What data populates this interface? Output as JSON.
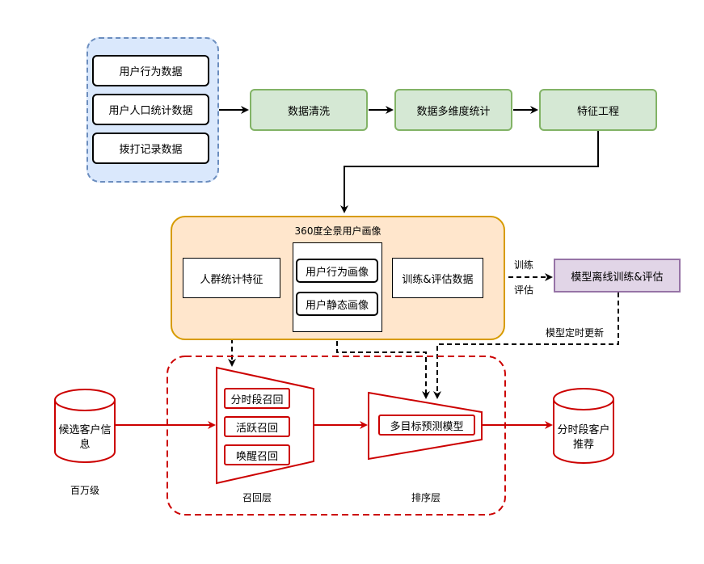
{
  "sources": [
    "用户行为数据",
    "用户人口统计数据",
    "拨打记录数据"
  ],
  "pipeline": [
    "数据清洗",
    "数据多维度统计",
    "特征工程"
  ],
  "profile": {
    "title": "360度全景用户画像",
    "crowd_feature": "人群统计特征",
    "behavior_profile": "用户行为画像",
    "static_profile": "用户静态画像",
    "train_eval_data": "训练&评估数据"
  },
  "offline_model": "模型离线训练&评估",
  "edge_labels": {
    "train": "训练",
    "eval": "评估",
    "update": "模型定时更新"
  },
  "candidates": {
    "label": "候选客户信息",
    "scale": "百万级"
  },
  "recall": {
    "items": [
      "分时段召回",
      "活跃召回",
      "唤醒召回"
    ],
    "layer": "召回层"
  },
  "ranking": {
    "model": "多目标预测模型",
    "layer": "排序层"
  },
  "output": "分时段客户推荐",
  "colors": {
    "source_group_fill": "#dae8fc",
    "source_group_stroke": "#6c8ebf",
    "pipeline_fill": "#d5e8d4",
    "pipeline_stroke": "#82b366",
    "profile_fill": "#ffe6cc",
    "profile_stroke": "#d79b00",
    "offline_fill": "#e1d5e7",
    "offline_stroke": "#9673a6",
    "red": "#cc0000"
  }
}
